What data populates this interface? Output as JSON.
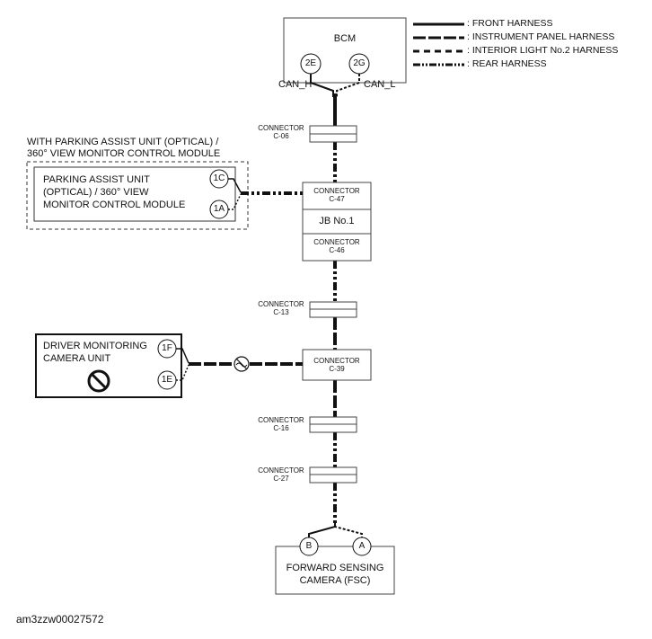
{
  "legend": [
    {
      "style": "solid",
      "label": ": FRONT HARNESS"
    },
    {
      "style": "dash-long",
      "label": ": INSTRUMENT PANEL HARNESS"
    },
    {
      "style": "dash",
      "label": ": INTERIOR LIGHT No.2 HARNESS"
    },
    {
      "style": "dash-dot-dot",
      "label": ": REAR HARNESS"
    }
  ],
  "bcm": {
    "label": "BCM",
    "pin_left": "2E",
    "pin_right": "2G",
    "can_h": "CAN_H",
    "can_l": "CAN_L"
  },
  "connectors": {
    "c06": {
      "line1": "CONNECTOR",
      "line2": "C-06"
    },
    "c47": {
      "line1": "CONNECTOR",
      "line2": "C-47"
    },
    "jb": "JB No.1",
    "c46": {
      "line1": "CONNECTOR",
      "line2": "C-46"
    },
    "c13": {
      "line1": "CONNECTOR",
      "line2": "C-13"
    },
    "c39": {
      "line1": "CONNECTOR",
      "line2": "C-39"
    },
    "c16": {
      "line1": "CONNECTOR",
      "line2": "C-16"
    },
    "c27": {
      "line1": "CONNECTOR",
      "line2": "C-27"
    }
  },
  "parking": {
    "group_title_1": "WITH PARKING ASSIST UNIT (OPTICAL) /",
    "group_title_2": "360° VIEW MONITOR CONTROL MODULE",
    "line1": "PARKING ASSIST UNIT",
    "line2": "(OPTICAL) / 360° VIEW",
    "line3": "MONITOR CONTROL MODULE",
    "pin_top": "1C",
    "pin_bottom": "1A"
  },
  "driver": {
    "line1": "DRIVER MONITORING",
    "line2": "CAMERA UNIT",
    "pin_top": "1F",
    "pin_bottom": "1E",
    "prohibited_icon": "prohibited-icon"
  },
  "fsc": {
    "line1": "FORWARD SENSING",
    "line2": "CAMERA (FSC)",
    "pin_left": "B",
    "pin_right": "A"
  },
  "figure_id": "am3zzw00027572"
}
